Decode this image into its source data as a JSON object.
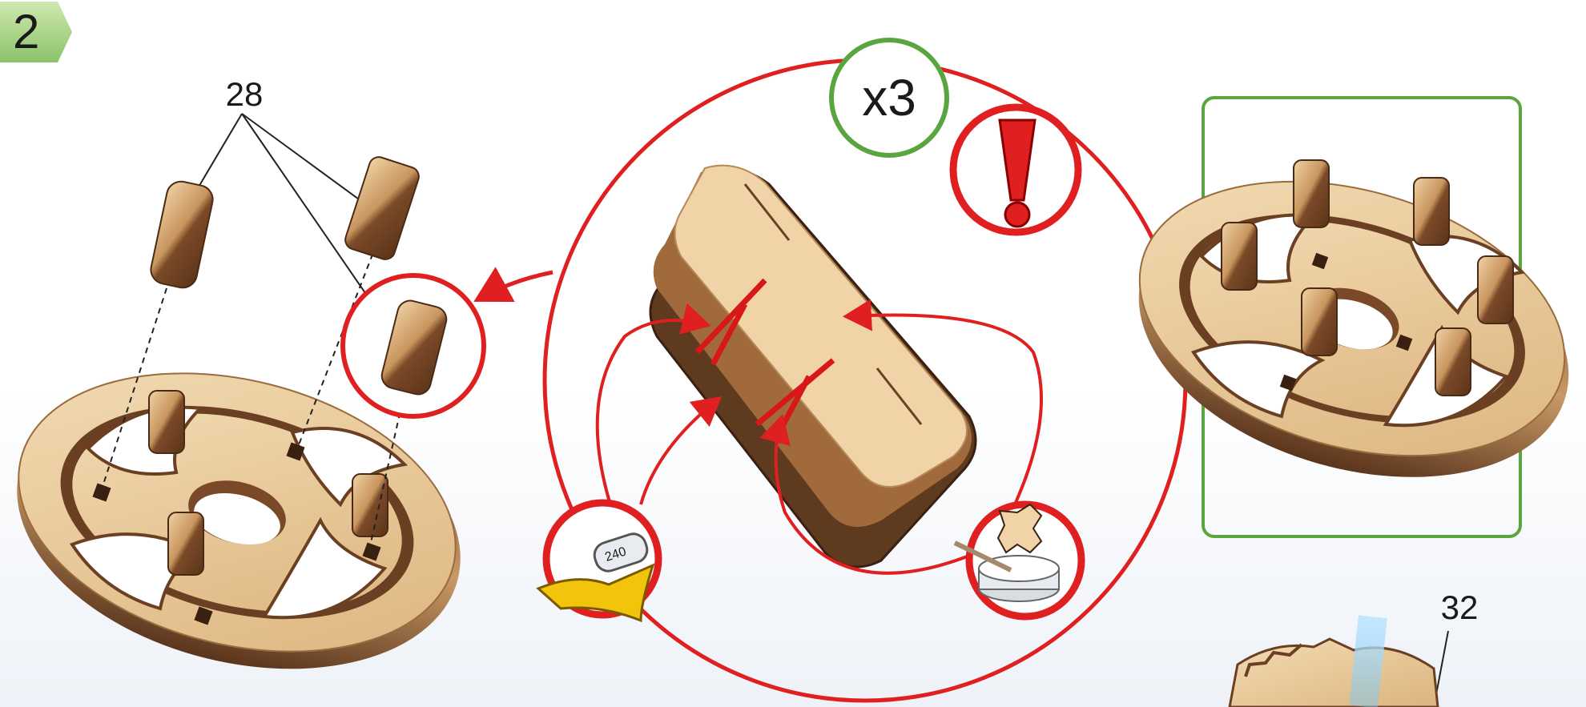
{
  "step": {
    "number": "2"
  },
  "labels": {
    "left_part": "28",
    "quantity": "x3",
    "bottom_right_part": "32",
    "sandpaper_grit": "240"
  },
  "colors": {
    "accent_green": "#5aa540",
    "accent_red": "#e02020",
    "wood_light": "#e8c89a",
    "wood_dark": "#6b3f22"
  },
  "icons": {
    "warning": "exclamation-icon",
    "sanding": "sandpaper-icon",
    "glue": "glue-pot-icon"
  }
}
